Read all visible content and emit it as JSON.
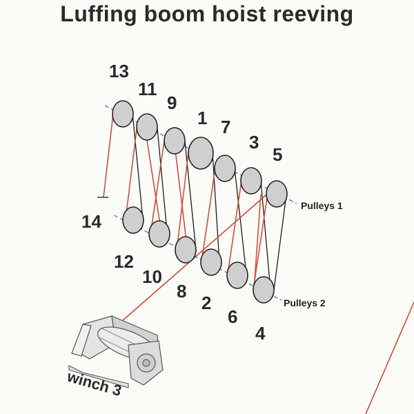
{
  "title": "Luffing boom hoist reeving",
  "labels": {
    "pulleys1": "Pulleys 1",
    "pulleys2": "Pulleys 2",
    "winch": "winch 3"
  },
  "upper_pulleys": [
    "13",
    "11",
    "9",
    "1",
    "7",
    "3",
    "5"
  ],
  "lower_pulleys": [
    "14",
    "12",
    "10",
    "8",
    "2",
    "6",
    "4"
  ],
  "colors": {
    "rope_red": "#c9503a",
    "rope_black": "#1a1a1a",
    "pulley_fill": "#cfcfcf",
    "axis_line": "#6d7ccc"
  }
}
